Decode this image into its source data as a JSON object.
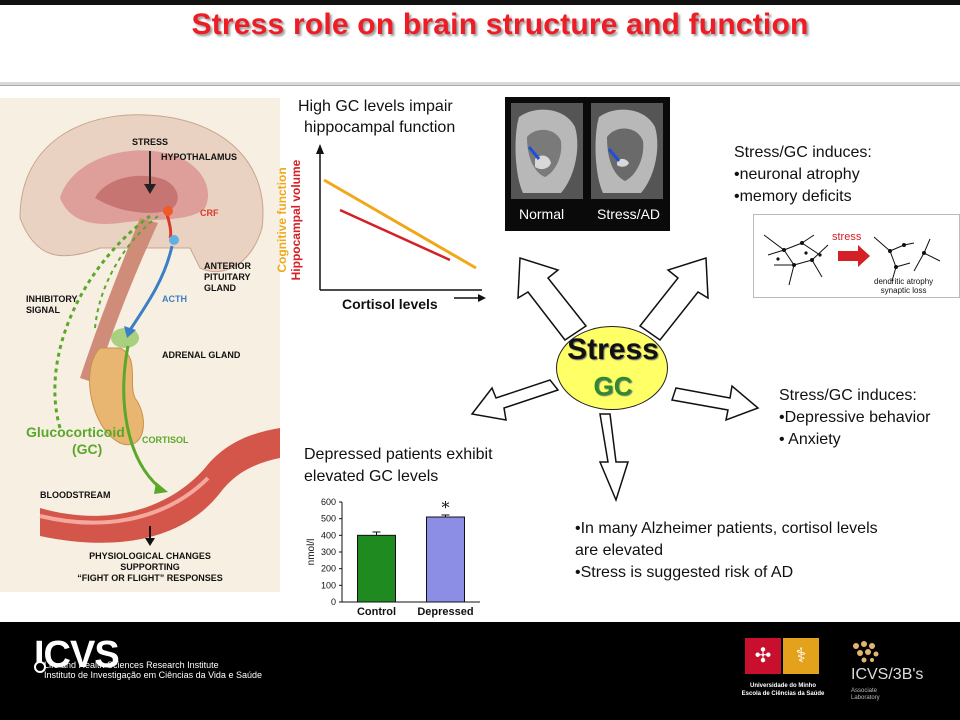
{
  "slide": {
    "title": "Stress role on brain structure and function"
  },
  "left_figure": {
    "labels": {
      "stress": "STRESS",
      "hypothalamus": "HYPOTHALAMUS",
      "crf": "CRF",
      "anterior_pituitary_gland": [
        "ANTERIOR",
        "PITUITARY",
        "GLAND"
      ],
      "inhibitory_signal": [
        "INHIBITORY",
        "SIGNAL"
      ],
      "acth": "ACTH",
      "adrenal_gland": "ADRENAL GLAND",
      "glucocorticoid": "Glucocorticoid",
      "gc": "(GC)",
      "cortisol": "CORTISOL",
      "bloodstream": "BLOODSTREAM",
      "physiological_changes": [
        "PHYSIOLOGICAL CHANGES",
        "SUPPORTING",
        "“FIGHT OR FLIGHT” RESPONSES"
      ]
    }
  },
  "hippocampal": {
    "heading": [
      "High GC levels impair",
      "hippocampal function"
    ],
    "yaxis": [
      "Cognitive function",
      "Hippocampal volume"
    ],
    "xaxis": "Cortisol levels"
  },
  "mri": {
    "label_normal": "Normal",
    "label_stress": "Stress/AD"
  },
  "atrophy": {
    "heading": [
      "Stress/GC induces:",
      "•neuronal atrophy",
      "•memory deficits"
    ],
    "stress_label": "stress",
    "caption": [
      "dendritic atrophy",
      "synaptic loss"
    ]
  },
  "center": {
    "line1": "Stress",
    "line2": "GC"
  },
  "depressive": {
    "lines": [
      "Stress/GC induces:",
      "•Depressive behavior",
      "• Anxiety"
    ]
  },
  "alzheimer": {
    "lines": [
      "•In many Alzheimer patients, cortisol levels",
      "are elevated",
      "•Stress is suggested risk of AD"
    ]
  },
  "depressed": {
    "heading": [
      "Depressed patients exhibit",
      "elevated GC levels"
    ],
    "significance": "*"
  },
  "chart_data": {
    "type": "bar",
    "categories": [
      "Control",
      "Depressed"
    ],
    "values": [
      400,
      510
    ],
    "errors": [
      20,
      12
    ],
    "colors": [
      "#1f8a1f",
      "#8c8ee6"
    ],
    "ylabel": "nmol/l",
    "ylim": [
      0,
      600
    ],
    "yticks": [
      "0",
      "100",
      "200",
      "300",
      "400",
      "500",
      "600"
    ],
    "significance_marker": "*"
  },
  "footer": {
    "logo_text": "ICVS",
    "institute_line1": "Life and Health Sciences Research Institute",
    "institute_line2": "Instituto de Investigação em Ciências da Vida e Saúde",
    "uminho_line1": "Universidade do Minho",
    "uminho_line2": "Escola de Ciências da Saúde",
    "partner_logo": "ICVS/3B's",
    "partner_sub": [
      "Associate",
      "Laboratory"
    ]
  },
  "colors": {
    "title": "#ee1c25",
    "orange_line": "#f0a818",
    "red_line": "#d42027",
    "center_fill": "#ffff66",
    "center_gc": "#2d8b2d",
    "gc_green": "#5aa82a"
  }
}
